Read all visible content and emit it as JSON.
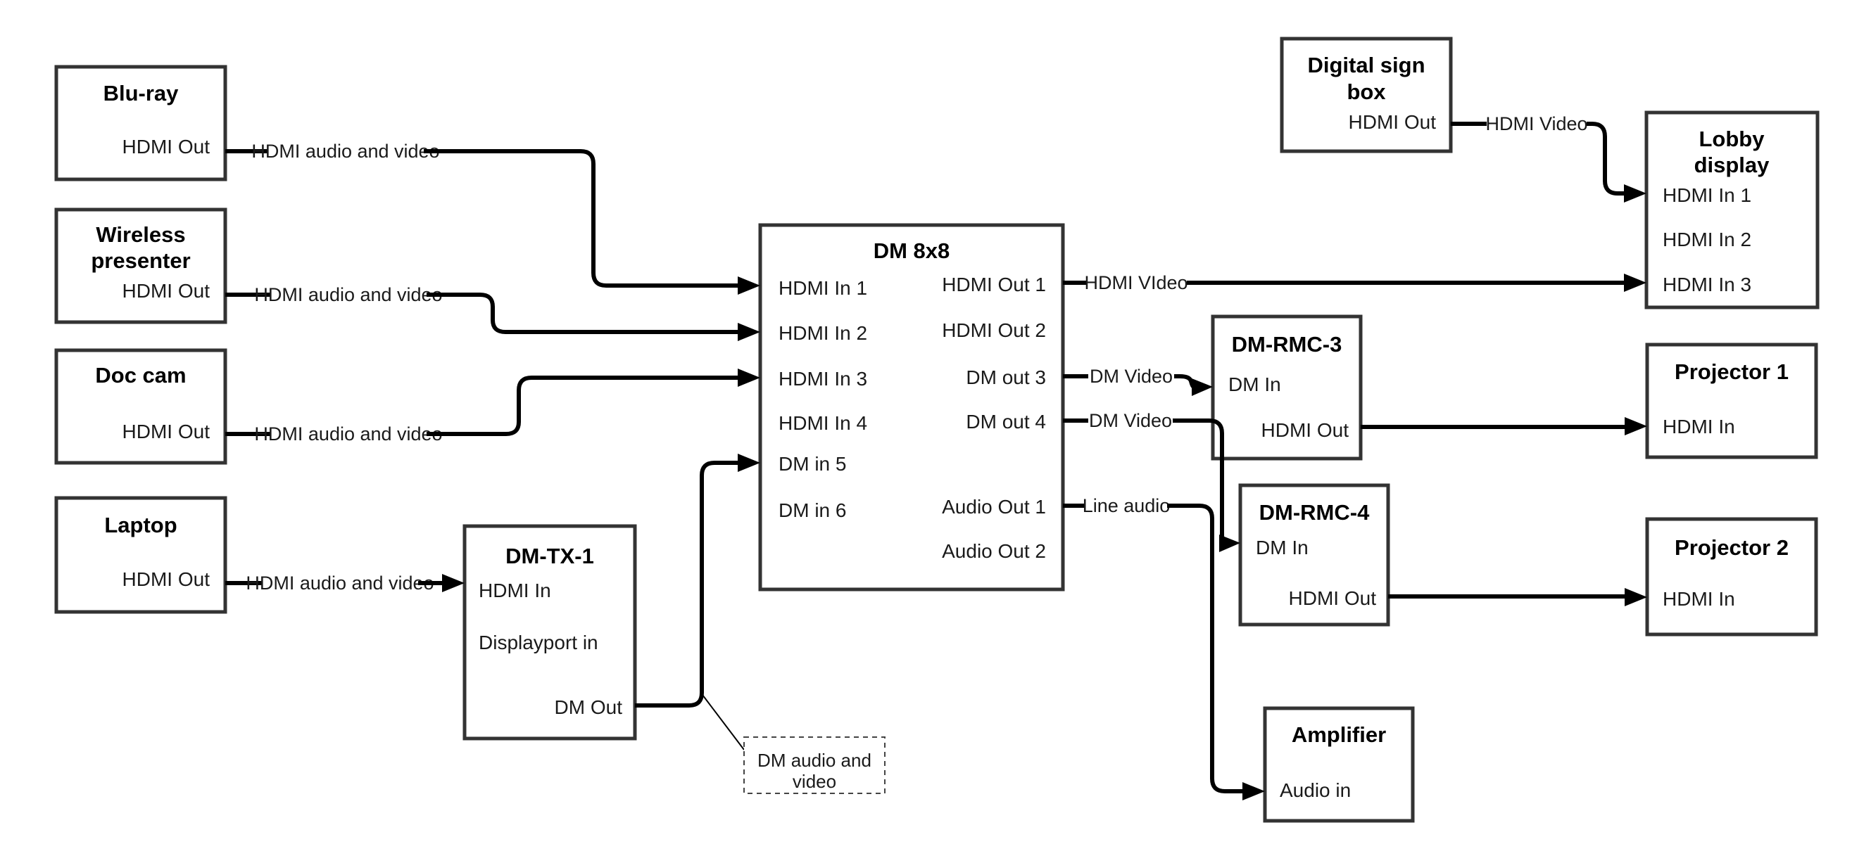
{
  "diagram": {
    "nodes": {
      "blu_ray": {
        "title": "Blu-ray",
        "port_hdmi_out": "HDMI Out"
      },
      "wireless_presenter": {
        "title_lines": [
          "Wireless",
          "presenter"
        ],
        "port_hdmi_out": "HDMI Out"
      },
      "doc_cam": {
        "title": "Doc cam",
        "port_hdmi_out": "HDMI Out"
      },
      "laptop": {
        "title": "Laptop",
        "port_hdmi_out": "HDMI Out"
      },
      "dm_tx_1": {
        "title": "DM-TX-1",
        "port_hdmi_in": "HDMI In",
        "port_displayport_in": "Displayport in",
        "port_dm_out": "DM Out"
      },
      "dm_8x8": {
        "title": "DM 8x8",
        "inputs": [
          "HDMI In 1",
          "HDMI In 2",
          "HDMI In 3",
          "HDMI In 4",
          "DM in 5",
          "DM in 6"
        ],
        "outputs": [
          "HDMI Out 1",
          "HDMI Out 2",
          "DM out 3",
          "DM out 4",
          "Audio Out 1",
          "Audio Out 2"
        ]
      },
      "digital_sign_box": {
        "title_lines": [
          "Digital sign",
          "box"
        ],
        "port_hdmi_out": "HDMI Out"
      },
      "lobby_display": {
        "title_lines": [
          "Lobby",
          "display"
        ],
        "inputs": [
          "HDMI In 1",
          "HDMI In 2",
          "HDMI In 3"
        ]
      },
      "dm_rmc_3": {
        "title": "DM-RMC-3",
        "port_dm_in": "DM In",
        "port_hdmi_out": "HDMI Out"
      },
      "dm_rmc_4": {
        "title": "DM-RMC-4",
        "port_dm_in": "DM In",
        "port_hdmi_out": "HDMI Out"
      },
      "amplifier": {
        "title": "Amplifier",
        "port_audio_in": "Audio in"
      },
      "projector_1": {
        "title": "Projector 1",
        "port_hdmi_in": "HDMI In"
      },
      "projector_2": {
        "title": "Projector 2",
        "port_hdmi_in": "HDMI In"
      }
    },
    "connections": {
      "blu_ray_to_dm8x8": "HDMI audio and video",
      "wireless_to_dm8x8": "HDMI audio and video",
      "doc_cam_to_dm8x8": "HDMI audio and video",
      "laptop_to_dmtx1": "HDMI audio and video",
      "digital_sign_to_lobby": "HDMI Video",
      "hdmi_out1_to_lobby": "HDMI VIdeo",
      "dm_out3_to_rmc3": "DM Video",
      "dm_out4_to_rmc4": "DM Video",
      "audio_out1_to_amplifier": "Line audio"
    },
    "note": {
      "lines": [
        "DM audio and",
        "video"
      ]
    },
    "colors": {
      "wire": "#000000",
      "box_border": "#333333"
    }
  }
}
